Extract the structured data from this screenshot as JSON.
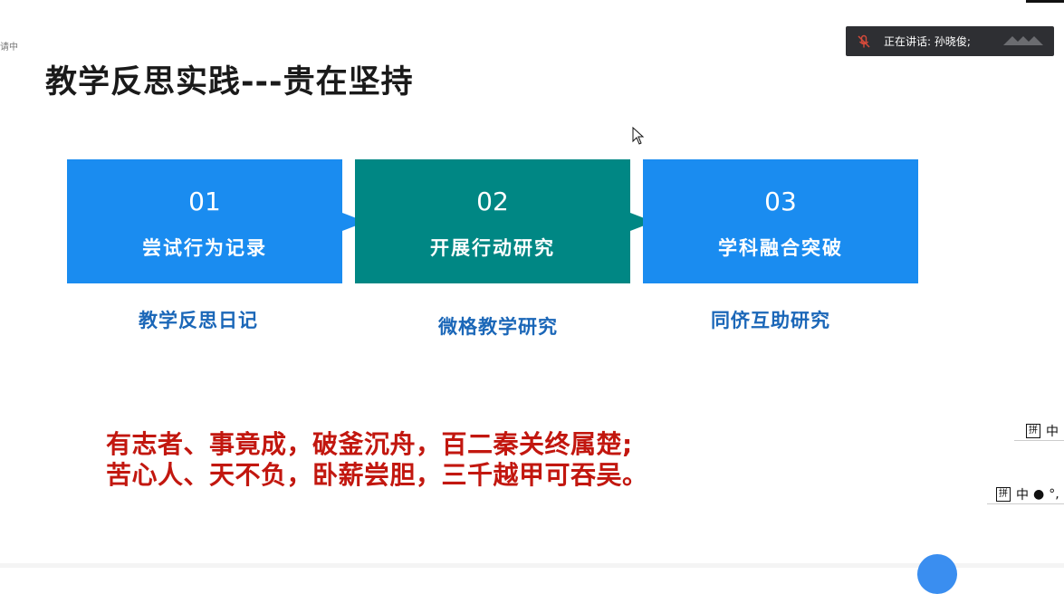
{
  "window": {
    "edge_label": "请中"
  },
  "slide": {
    "title": "教学反思实践---贵在坚持",
    "steps": [
      {
        "num": "01",
        "name": "尝试行为记录",
        "color": "#1a8cf0"
      },
      {
        "num": "02",
        "name": "开展行动研究",
        "color": "#008784"
      },
      {
        "num": "03",
        "name": "学科融合突破",
        "color": "#1a8cf0"
      }
    ],
    "subtitles": [
      "教学反思日记",
      "微格教学研究",
      "同侪互助研究"
    ],
    "quote_lines": [
      "有志者、事竟成，破釜沉舟，百二秦关终属楚;",
      "苦心人、天不负，卧薪尝胆，三千越甲可吞吴。"
    ]
  },
  "speaker_bar": {
    "label": "正在讲话: 孙晓俊;"
  },
  "ime": {
    "bar1": {
      "box": "拼",
      "mode": "中"
    },
    "bar2": {
      "box": "拼",
      "mode": "中",
      "dot": "●",
      "punct": "°,"
    }
  },
  "icons": {
    "mic": "mic-muted-icon",
    "cursor": "mouse-pointer-icon",
    "wave": "audio-wave-icon"
  }
}
